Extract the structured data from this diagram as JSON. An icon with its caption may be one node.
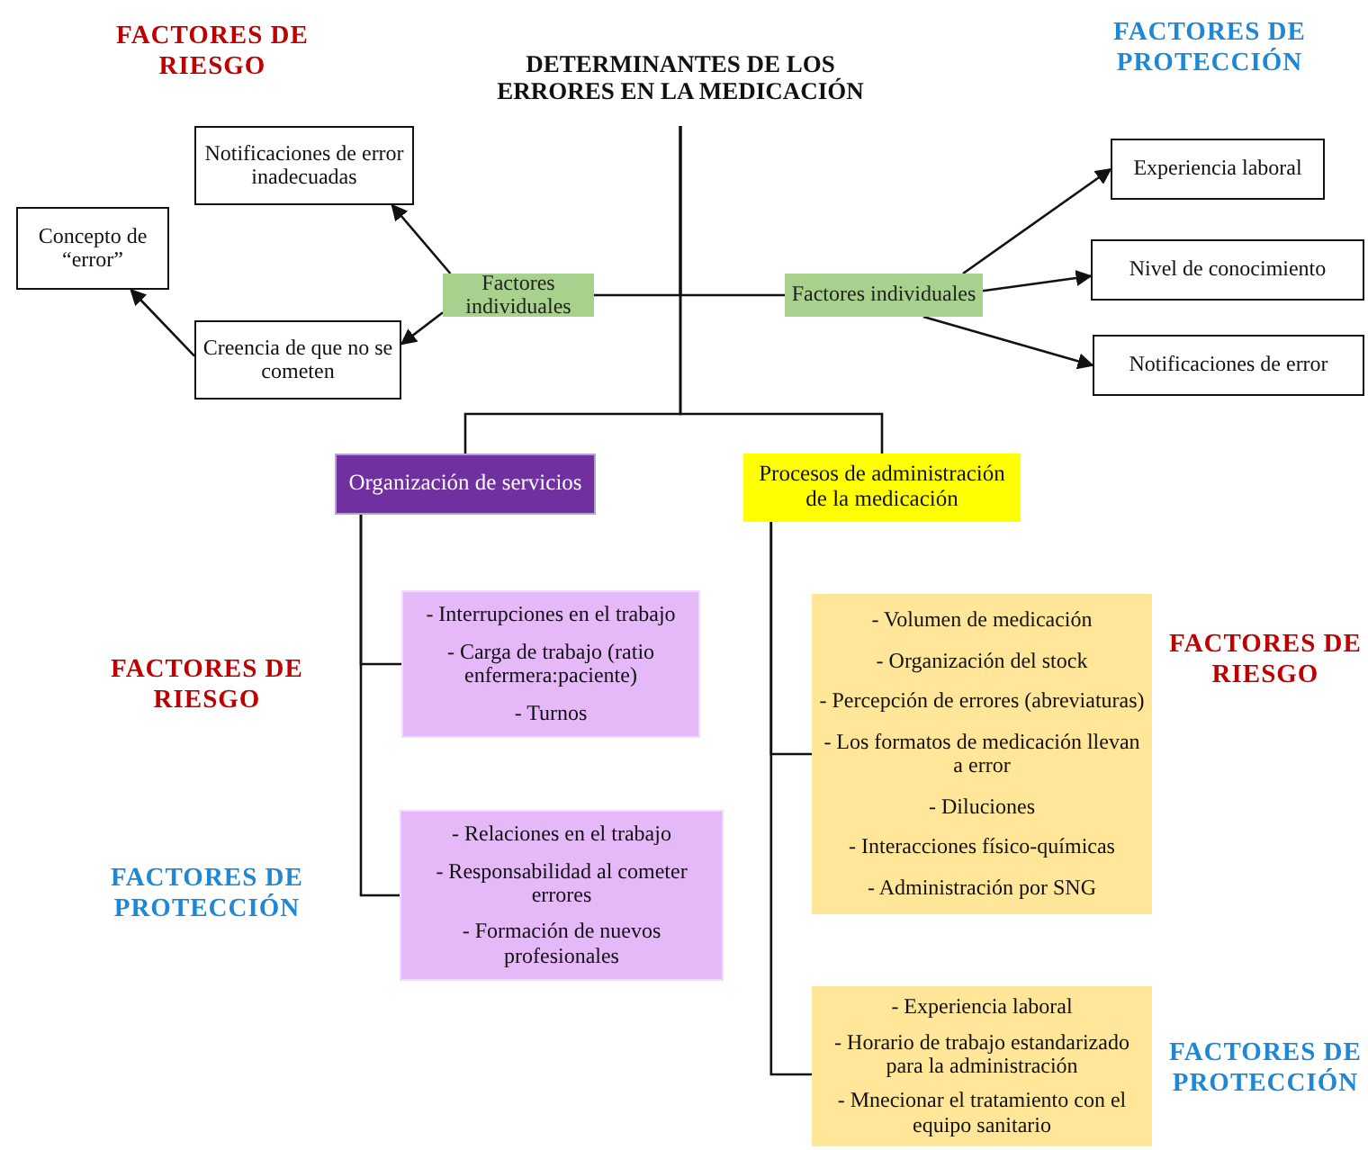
{
  "diagram": {
    "nodes": [
      {
        "text": [
          "DETERMINANTES DE LOS ERRORES EN LA MEDICACIÓN"
        ]
      },
      {
        "text": [
          "Factores individuales"
        ]
      },
      {
        "text": [
          "Notificaciones de error inadecuadas"
        ]
      },
      {
        "text": [
          "Creencia de que no se cometen"
        ]
      },
      {
        "text": [
          "Concepto de “error”"
        ]
      },
      {
        "text": [
          "Factores individuales"
        ]
      },
      {
        "text": [
          "Experiencia laboral"
        ]
      },
      {
        "text": [
          "Nivel de conocimiento"
        ]
      },
      {
        "text": [
          "Notificaciones de error"
        ]
      },
      {
        "text": [
          "Organización de servicios"
        ]
      },
      {
        "text": [
          "- Interrupciones en el trabajo",
          "- Carga de trabajo (ratio enfermera:paciente)",
          "- Turnos"
        ]
      },
      {
        "text": [
          "- Relaciones en el trabajo",
          "- Responsabilidad al cometer errores",
          "- Formación de nuevos profesionales"
        ]
      },
      {
        "text": [
          "Procesos de administración de la medicación"
        ]
      },
      {
        "text": [
          "- Volumen de medicación",
          "- Organización del stock",
          "- Percepción de errores (abreviaturas)",
          "- Los formatos de medicación llevan a error",
          "- Diluciones",
          "- Interacciones físico-químicas",
          "- Administración por SNG"
        ]
      },
      {
        "text": [
          "- Experiencia laboral",
          "- Horario de trabajo estandarizado para la administración",
          "- Mnecionar el tratamiento con el equipo sanitario"
        ]
      }
    ],
    "edges": [
      {
        "from": 0,
        "to": 1,
        "arrow": "none"
      },
      {
        "from": 0,
        "to": 5,
        "arrow": "none"
      },
      {
        "from": 0,
        "to": 9,
        "arrow": "none"
      },
      {
        "from": 0,
        "to": 12,
        "arrow": "none"
      },
      {
        "from": 1,
        "to": 2,
        "arrow": "to"
      },
      {
        "from": 1,
        "to": 3,
        "arrow": "to"
      },
      {
        "from": 3,
        "to": 4,
        "arrow": "to"
      },
      {
        "from": 5,
        "to": 6,
        "arrow": "to"
      },
      {
        "from": 5,
        "to": 7,
        "arrow": "to"
      },
      {
        "from": 5,
        "to": 8,
        "arrow": "to"
      },
      {
        "from": 9,
        "to": 10,
        "arrow": "none"
      },
      {
        "from": 9,
        "to": 11,
        "arrow": "none"
      },
      {
        "from": 12,
        "to": 13,
        "arrow": "none"
      },
      {
        "from": 12,
        "to": 14,
        "arrow": "none"
      }
    ],
    "labels": [
      "FACTORES DE RIESGO",
      "FACTORES DE PROTECCIÓN",
      "FACTORES DE RIESGO",
      "FACTORES DE RIESGO",
      "FACTORES DE PROTECCIÓN",
      "FACTORES DE PROTECCIÓN"
    ]
  }
}
